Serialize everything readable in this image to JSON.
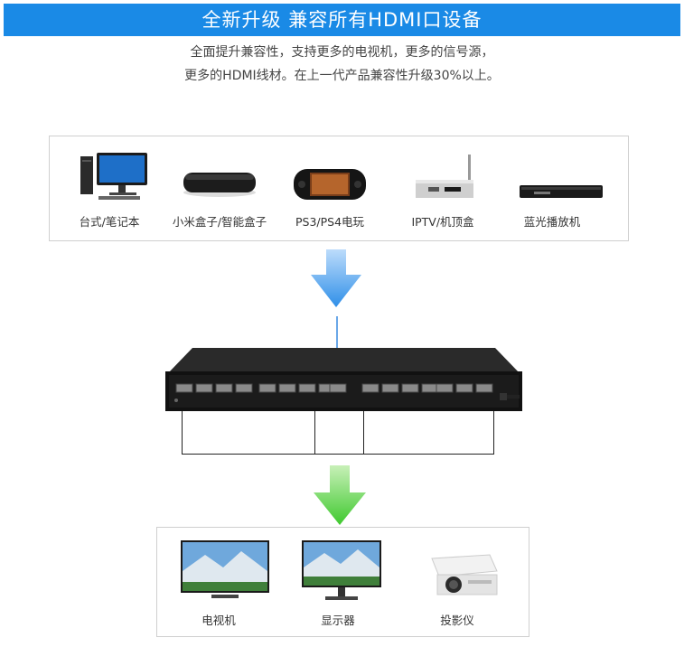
{
  "banner": {
    "title": "全新升级 兼容所有HDMI口设备"
  },
  "description": {
    "line1": "全面提升兼容性，支持更多的电视机，更多的信号源，",
    "line2": "更多的HDMI线材。在上一代产品兼容性升级30%以上。"
  },
  "sources": [
    {
      "label": "台式/笔记本",
      "icon": "desktop-laptop-icon"
    },
    {
      "label": "小米盒子/智能盒子",
      "icon": "tv-box-icon"
    },
    {
      "label": "PS3/PS4电玩",
      "icon": "game-console-icon"
    },
    {
      "label": "IPTV/机顶盒",
      "icon": "set-top-box-icon"
    },
    {
      "label": "蓝光播放机",
      "icon": "bluray-player-icon"
    }
  ],
  "displays": [
    {
      "label": "电视机",
      "icon": "tv-icon"
    },
    {
      "label": "显示器",
      "icon": "monitor-icon"
    },
    {
      "label": "投影仪",
      "icon": "projector-icon"
    }
  ],
  "colors": {
    "banner": "#1a8ae6",
    "input_arrow": "#2f8fe8",
    "output_arrow": "#3fc92f"
  }
}
